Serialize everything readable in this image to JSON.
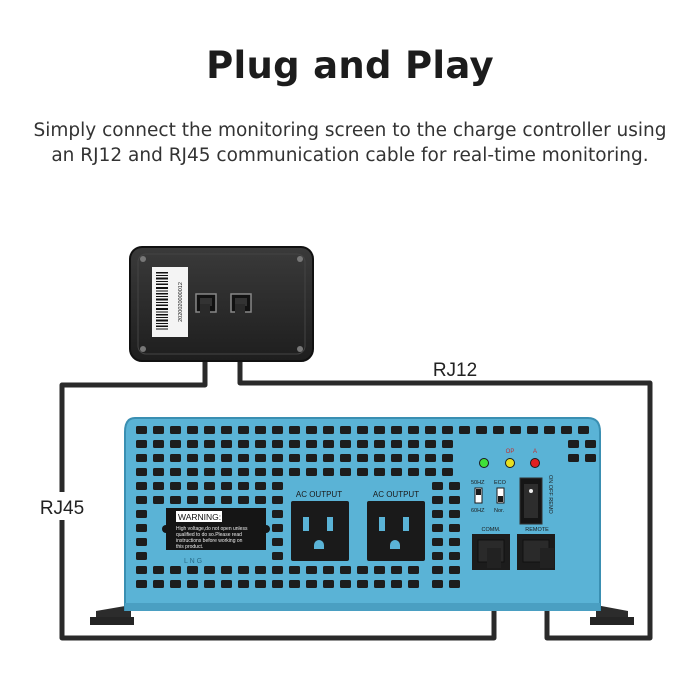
{
  "heading": "Plug and Play",
  "description": "Simply connect the monitoring screen to the charge controller using an RJ12 and RJ45 communication cable for real-time monitoring.",
  "cables": {
    "rj12": "RJ12",
    "rj45": "RJ45"
  },
  "monitor": {
    "barcode_text": "2020020000012"
  },
  "inverter": {
    "ac_output_1": "AC  OUTPUT",
    "ac_output_2": "AC  OUTPUT",
    "warning_title": "WARNING:",
    "warning_text_1": "High voltage,do not open unless",
    "warning_text_2": "qualified to do so.Please read",
    "warning_text_3": "instructions before working on",
    "warning_text_4": "this product.",
    "terminal_labels": "L   N   G",
    "led_1": "",
    "led_2": "OP",
    "led_3": "A",
    "freq_50": "50HZ",
    "freq_60": "60HZ",
    "eco": "ECO",
    "nor": "Nor.",
    "comm_label": "COMM.",
    "remote_label": "REMOTE",
    "switch_label": "ON  OFF  REMO"
  },
  "colors": {
    "inverter_body": "#5ab3d6",
    "cable": "#2a2a2a",
    "monitor_body": "#2b2b2b"
  }
}
